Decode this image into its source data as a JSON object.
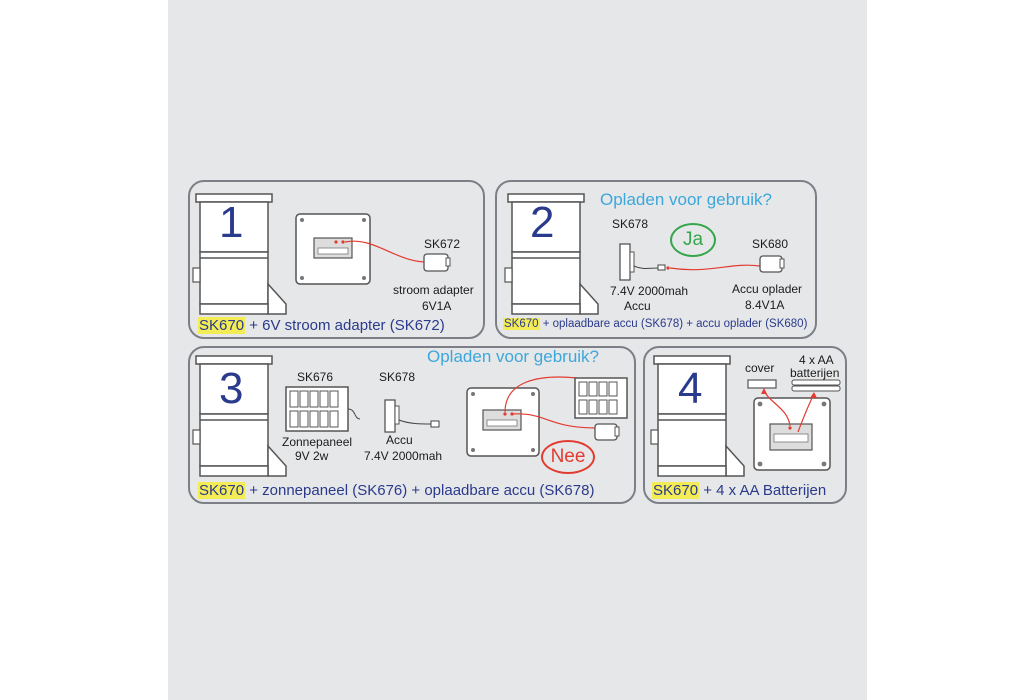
{
  "panels": [
    {
      "number": "1",
      "labels": {
        "part": "SK672",
        "part_desc_1": "stroom adapter",
        "part_desc_2": "6V1A"
      },
      "caption_highlight": "SK670",
      "caption_rest": " + 6V stroom adapter (SK672)"
    },
    {
      "number": "2",
      "question": "Opladen voor gebruik?",
      "answer": "Ja",
      "labels": {
        "battery_part": "SK678",
        "battery_desc_1": "7.4V 2000mah",
        "battery_desc_2": "Accu",
        "charger_part": "SK680",
        "charger_desc_1": "Accu oplader",
        "charger_desc_2": "8.4V1A"
      },
      "caption_highlight": "SK670",
      "caption_rest": " + oplaadbare accu (SK678) + accu oplader (SK680)"
    },
    {
      "number": "3",
      "question": "Opladen voor gebruik?",
      "answer": "Nee",
      "labels": {
        "solar_part": "SK676",
        "solar_desc_1": "Zonnepaneel",
        "solar_desc_2": "9V 2w",
        "battery_part": "SK678",
        "battery_desc_1": "Accu",
        "battery_desc_2": "7.4V 2000mah"
      },
      "caption_highlight": "SK670",
      "caption_rest": " + zonnepaneel (SK676) + oplaadbare accu (SK678)"
    },
    {
      "number": "4",
      "labels": {
        "cover": "cover",
        "batteries_1": "4 x AA",
        "batteries_2": "batterijen"
      },
      "caption_highlight": "SK670",
      "caption_rest": " + 4 x AA Batterijen"
    }
  ],
  "colors": {
    "background": "#e6e7e9",
    "border": "#7c7f85",
    "number_blue": "#2a3a8c",
    "question_blue": "#3da7db",
    "yes_green": "#35a64a",
    "no_red": "#e23b30",
    "wire_red": "#e23b30",
    "highlight_yellow": "#f4ec55"
  }
}
